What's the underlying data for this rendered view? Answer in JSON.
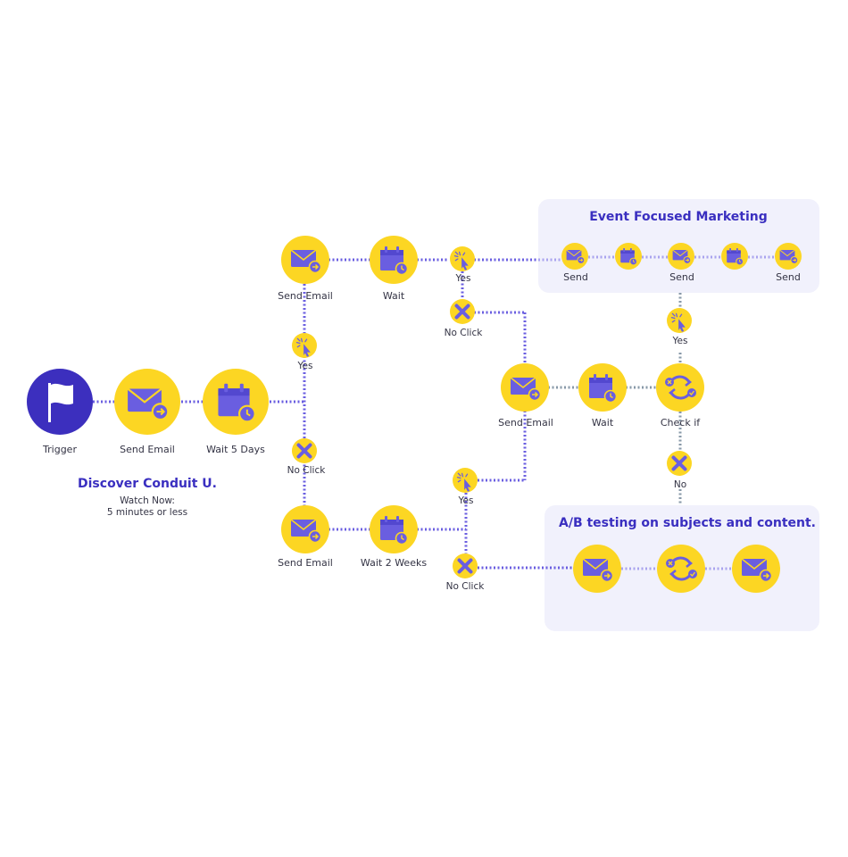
{
  "colors": {
    "node_fill": "#fcd623",
    "trigger_fill": "#3c2fbe",
    "icon_fill": "#6a5ee0",
    "line_primary": "#6a5ee0",
    "line_secondary": "#8899a8",
    "panel_bg": "#f1f1fc",
    "title_color": "#3a2fc0"
  },
  "start": {
    "trigger_label": "Trigger",
    "send_email_label": "Send Email",
    "wait_label": "Wait 5 Days"
  },
  "info": {
    "title": "Discover Conduit U.",
    "line1": "Watch Now:",
    "line2": "5 minutes or less"
  },
  "top_branch": {
    "yes_label": "Yes",
    "send_email_label": "Send Email",
    "wait_label": "Wait",
    "yes2_label": "Yes",
    "no_click_label": "No Click"
  },
  "bottom_branch": {
    "no_click_label": "No Click",
    "send_email_label": "Send Email",
    "wait_label": "Wait 2 Weeks",
    "yes_label": "Yes",
    "no_click2_label": "No Click"
  },
  "middle": {
    "send_email_label": "Send Email",
    "wait_label": "Wait",
    "check_label": "Check if",
    "yes_label": "Yes",
    "no_label": "No"
  },
  "event_panel": {
    "title": "Event Focused Marketing",
    "send1": "Send",
    "send2": "Send",
    "send3": "Send"
  },
  "ab_panel": {
    "title": "A/B testing on subjects and content."
  }
}
